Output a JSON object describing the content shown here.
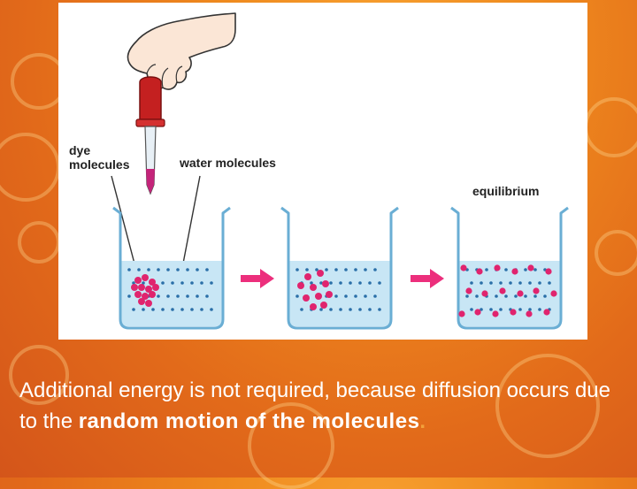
{
  "diagram": {
    "labels": {
      "dye": "dye",
      "dye_2": "molecules",
      "water": "water molecules",
      "equilibrium": "equilibrium"
    },
    "colors": {
      "water_fill": "#c8e6f5",
      "water_dots": "#2a6fa8",
      "dye_molecules": "#e0246e",
      "arrows": "#ec2f7c",
      "dropper_bulb": "#c42020"
    }
  },
  "caption": {
    "part1": "Additional energy is not required, because diffusion occurs due to the ",
    "emphasis": "random motion of the molecules",
    "period": "."
  }
}
